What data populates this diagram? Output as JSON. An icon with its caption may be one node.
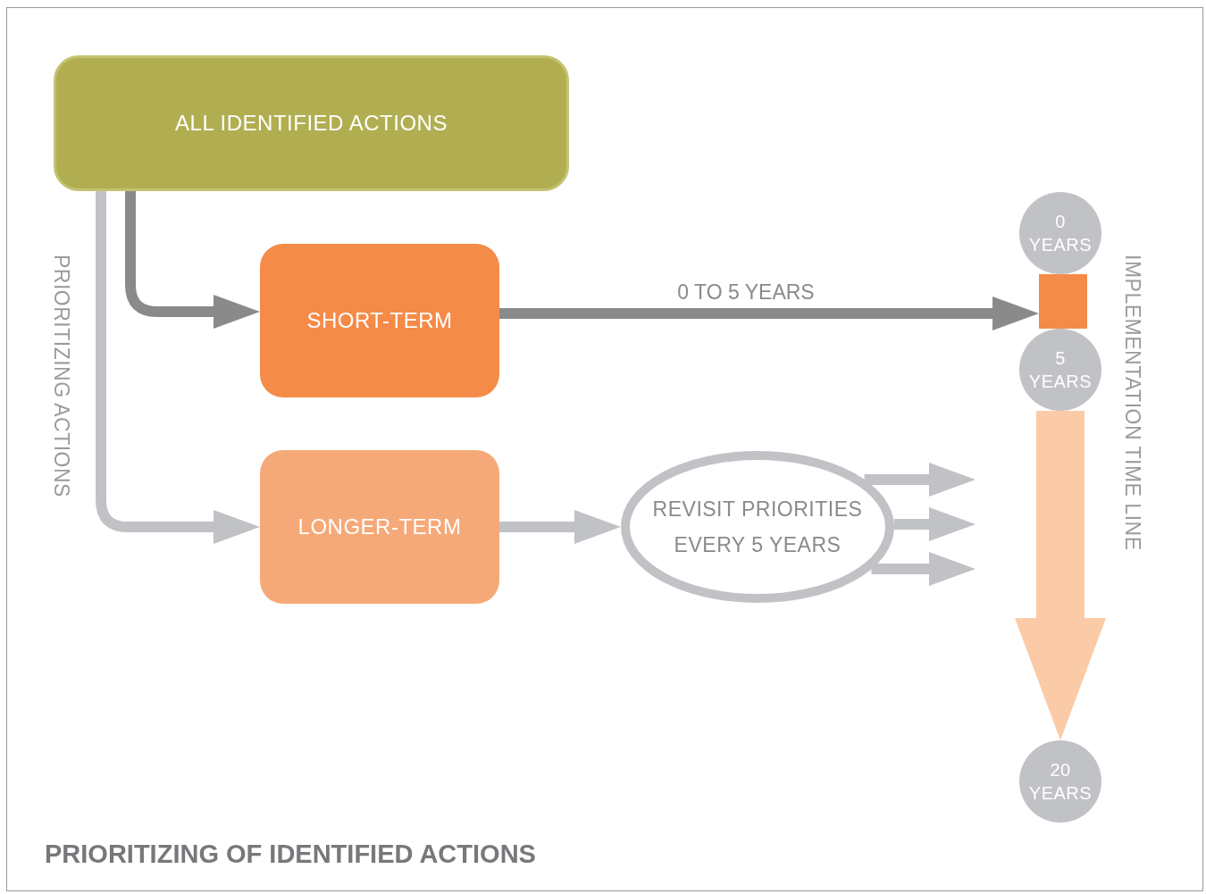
{
  "diagram": {
    "title": "PRIORITIZING OF IDENTIFIED ACTIONS",
    "nodes": [
      {
        "text": [
          "ALL IDENTIFIED ACTIONS"
        ]
      },
      {
        "text": [
          "SHORT-TERM"
        ]
      },
      {
        "text": [
          "LONGER-TERM"
        ]
      },
      {
        "text": [
          "REVISIT PRIORITIES EVERY 5 YEARS"
        ]
      },
      {
        "text": [
          "0 YEARS"
        ]
      },
      {
        "text": [
          "5 YEARS"
        ]
      },
      {
        "text": [
          "20 YEARS"
        ]
      },
      {
        "text": [],
        "shape": "bar"
      }
    ],
    "edges": [
      {
        "from": 0,
        "to": 1,
        "arrow": "to",
        "color": "#8a8a8c"
      },
      {
        "from": 0,
        "to": 2,
        "arrow": "to"
      },
      {
        "from": 1,
        "to": 7,
        "arrow": "to",
        "label": "0 TO 5 YEARS",
        "color": "#8a8a8c"
      },
      {
        "from": 2,
        "to": 3,
        "arrow": "to"
      },
      {
        "from": 3,
        "to": null,
        "arrow": "to"
      },
      {
        "from": 3,
        "to": null,
        "arrow": "to"
      },
      {
        "from": 3,
        "to": null,
        "arrow": "to"
      },
      {
        "from": 5,
        "to": 6,
        "arrow": "to",
        "style": "thick",
        "color": "#fbcba7"
      }
    ],
    "labels": [
      "PRIORITIZING ACTIONS",
      "IMPLEMENTATION TIME LINE"
    ]
  }
}
